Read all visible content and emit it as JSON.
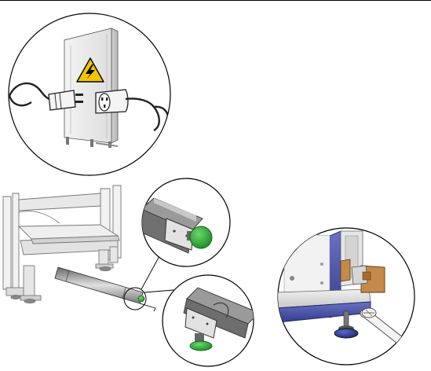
{
  "figure": {
    "panels": [
      {
        "name": "unplug-power-cord",
        "icon": "electrical-hazard-icon"
      },
      {
        "name": "extend-anti-tilt-bar",
        "icons": [
          "anti-tilt-bar",
          "green-release-knob"
        ]
      },
      {
        "name": "lower-leveling-foot",
        "icons": [
          "leveling-foot",
          "wrench"
        ]
      }
    ],
    "colors": {
      "hazard": "#f2c500",
      "release_knob": "#2aa63a",
      "rail": "#4a52a8",
      "bracket": "#c48a4a",
      "foot": "#2a3e8c",
      "line": "#000000"
    }
  }
}
